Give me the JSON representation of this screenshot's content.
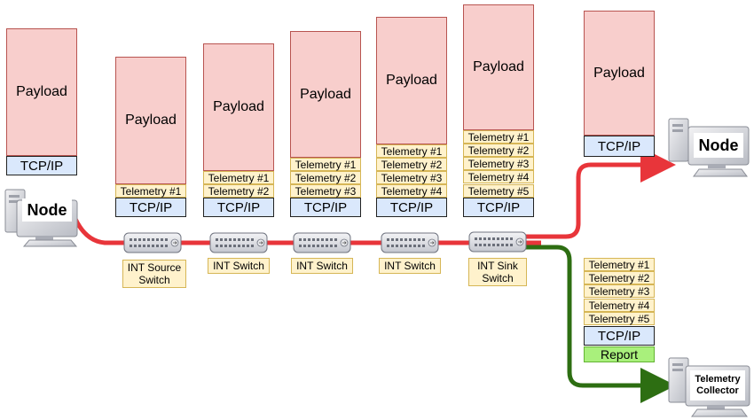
{
  "payload_label": "Payload",
  "tcp_label": "TCP/IP",
  "report_label": "Report",
  "telemetry": [
    "Telemetry #1",
    "Telemetry #2",
    "Telemetry #3",
    "Telemetry #4",
    "Telemetry #5"
  ],
  "nodes": {
    "source": "Node",
    "destination": "Node",
    "collector_line1": "Telemetry",
    "collector_line2": "Collector"
  },
  "switches": [
    {
      "line1": "INT Source",
      "line2": "Switch"
    },
    {
      "line1": "INT Switch",
      "line2": ""
    },
    {
      "line1": "INT Switch",
      "line2": ""
    },
    {
      "line1": "INT Switch",
      "line2": ""
    },
    {
      "line1": "INT Sink",
      "line2": "Switch"
    }
  ],
  "colors": {
    "data_path": "#e8353a",
    "report_path": "#2d6e12",
    "payload_fill": "#f8cecc",
    "telemetry_fill": "#fff2cc",
    "tcp_fill": "#dae8fc",
    "report_fill": "#a9f07c"
  }
}
